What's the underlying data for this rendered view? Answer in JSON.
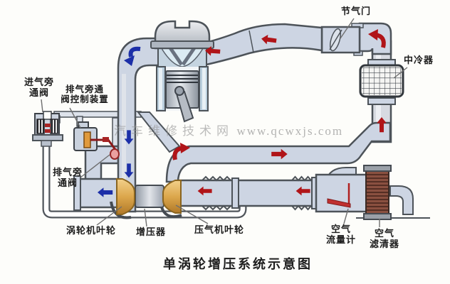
{
  "diagram": {
    "title": "单涡轮增压系统示意图",
    "watermark": {
      "site_name": "汽车维修技术网",
      "url": "www.qcwxjs.com"
    },
    "labels": {
      "intake_bypass_valve": {
        "line1": "进气旁",
        "line2": "通阀"
      },
      "wastegate_actuator": {
        "line1": "排气旁通",
        "line2": "阀控制装置"
      },
      "throttle": "节气门",
      "intercooler": "中冷器",
      "wastegate_valve": {
        "line1": "排气旁",
        "line2": "通阀"
      },
      "turbine_wheel": "涡轮机叶轮",
      "turbocharger": "增压器",
      "compressor_wheel": "压气机叶轮",
      "air_flow_meter": {
        "line1": "空气",
        "line2": "流量计"
      },
      "air_filter": {
        "line1": "空气",
        "line2": "滤清器"
      }
    },
    "colors": {
      "pipe_fill": "#cdd5e3",
      "pipe_stroke": "#4d5359",
      "intake_arrow_red": "#b01418",
      "exhaust_arrow_blue": "#1c2fa8",
      "turbo_wheel_gold": "#d9a648",
      "filter_element_brown": "#8a5040",
      "actuator_disc_orange": "#e09a3c",
      "wastegate_valve_pink": "#eba0a0",
      "watermark_gray": "#919191"
    }
  }
}
